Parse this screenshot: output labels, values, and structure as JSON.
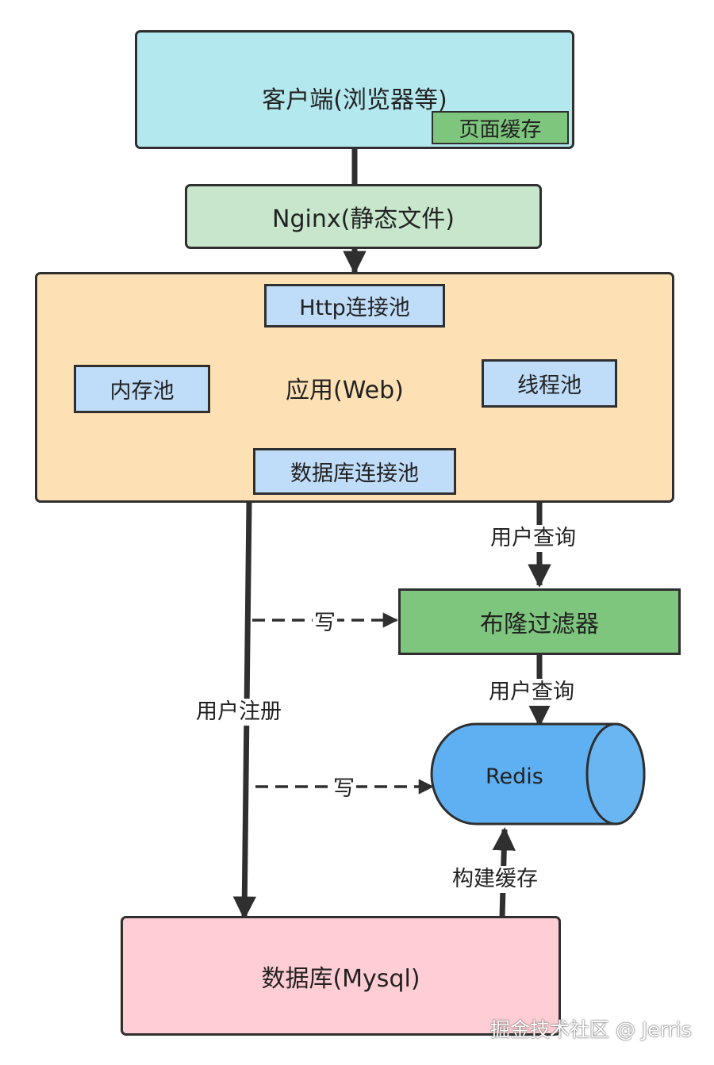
{
  "nodes": {
    "client": {
      "label": "客户端(浏览器等)"
    },
    "page_cache": {
      "label": "页面缓存"
    },
    "nginx": {
      "label": "Nginx(静态文件)"
    },
    "app": {
      "label": "应用(Web)",
      "http_pool": "Http连接池",
      "memory_pool": "内存池",
      "thread_pool": "线程池",
      "db_pool": "数据库连接池"
    },
    "bloom_filter": {
      "label": "布隆过滤器"
    },
    "redis": {
      "label": "Redis"
    },
    "database": {
      "label": "数据库(Mysql)"
    }
  },
  "edges": {
    "user_query_1": "用户查询",
    "user_query_2": "用户查询",
    "write_bloom": "写",
    "write_redis": "写",
    "user_register": "用户注册",
    "build_cache": "构建缓存"
  },
  "watermark": "掘金技术社区 @ Jerris",
  "colors": {
    "client": "#b3e8ef",
    "page_cache": "#7ec57d",
    "nginx": "#c7e6cc",
    "app": "#fde0b4",
    "pool": "#bfdcf8",
    "bloom_filter": "#7ec57d",
    "redis": "#5fb0f2",
    "database": "#ffcdd4",
    "stroke": "#2f2f2f"
  }
}
